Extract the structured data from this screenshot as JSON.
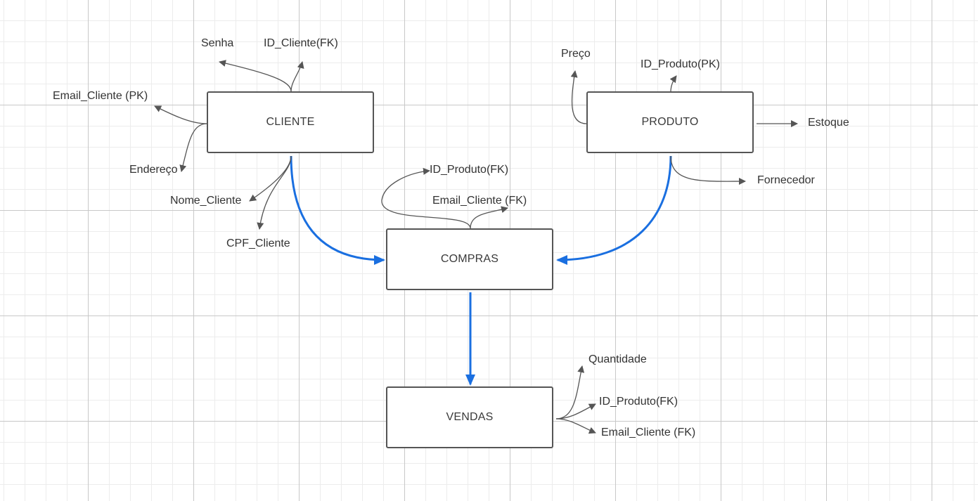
{
  "colors": {
    "relationship_line": "#1a6fe0",
    "attribute_line": "#555555",
    "entity_border": "#555555",
    "text": "#333333"
  },
  "entities": {
    "cliente": "CLIENTE",
    "produto": "PRODUTO",
    "compras": "COMPRAS",
    "vendas": "VENDAS"
  },
  "attributes": {
    "cliente": {
      "senha": "Senha",
      "id_cliente": "ID_Cliente(FK)",
      "email_cliente": "Email_Cliente (PK)",
      "endereco": "Endereço",
      "nome_cliente": "Nome_Cliente",
      "cpf_cliente": "CPF_Cliente"
    },
    "produto": {
      "preco": "Preço",
      "id_produto": "ID_Produto(PK)",
      "estoque": "Estoque",
      "fornecedor": "Fornecedor"
    },
    "compras": {
      "id_produto": "ID_Produto(FK)",
      "email_cliente": "Email_Cliente (FK)"
    },
    "vendas": {
      "quantidade": "Quantidade",
      "id_produto": "ID_Produto(FK)",
      "email_cliente": "Email_Cliente (FK)"
    }
  },
  "relationships": [
    {
      "from": "CLIENTE",
      "to": "COMPRAS"
    },
    {
      "from": "PRODUTO",
      "to": "COMPRAS"
    },
    {
      "from": "COMPRAS",
      "to": "VENDAS"
    }
  ]
}
